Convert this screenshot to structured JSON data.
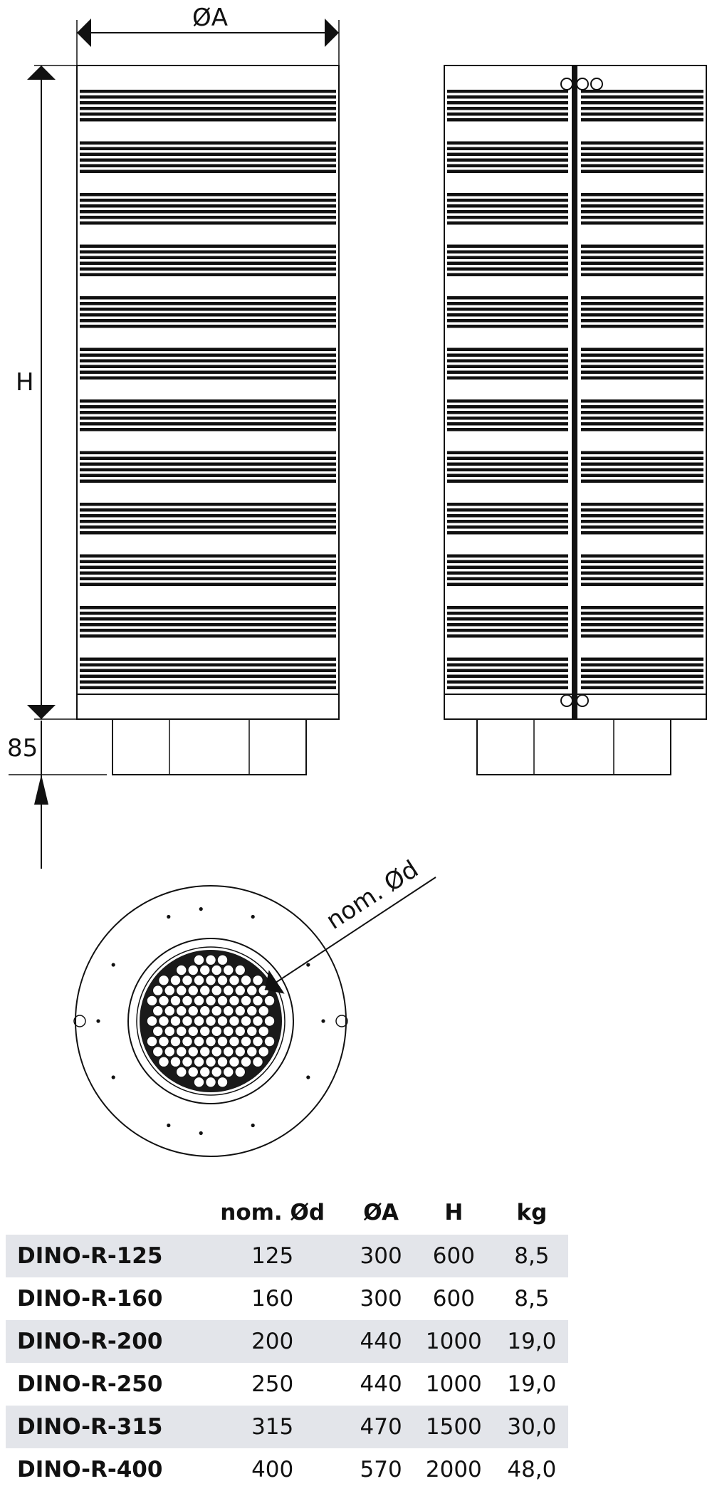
{
  "labels": {
    "outer_diameter": "ØA",
    "height": "H",
    "base_height": "85",
    "nominal_diameter": "nom. Ød"
  },
  "table": {
    "headers": [
      "",
      "nom. Ød",
      "ØA",
      "H",
      "kg"
    ],
    "rows": [
      [
        "DINO-R-125",
        "125",
        "300",
        "600",
        "8,5"
      ],
      [
        "DINO-R-160",
        "160",
        "300",
        "600",
        "8,5"
      ],
      [
        "DINO-R-200",
        "200",
        "440",
        "1000",
        "19,0"
      ],
      [
        "DINO-R-250",
        "250",
        "440",
        "1000",
        "19,0"
      ],
      [
        "DINO-R-315",
        "315",
        "470",
        "1500",
        "30,0"
      ],
      [
        "DINO-R-400",
        "400",
        "570",
        "2000",
        "48,0"
      ]
    ]
  },
  "colors": {
    "line": "#111111",
    "row_shade": "#e3e5ea"
  }
}
